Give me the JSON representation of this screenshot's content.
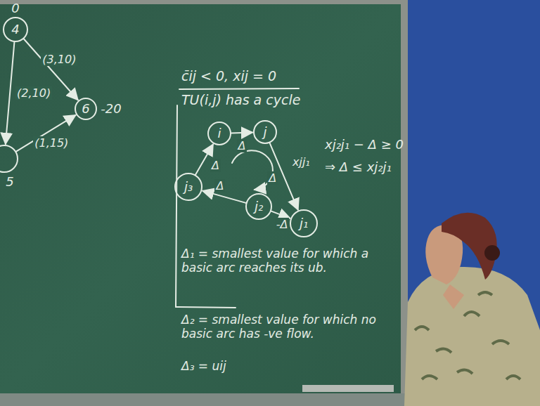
{
  "diagram": {
    "nodes": [
      {
        "text": [
          "4",
          "0"
        ]
      },
      {
        "text": [
          "5"
        ]
      },
      {
        "text": [
          "6",
          "-20"
        ]
      },
      {
        "text": [
          "i"
        ]
      },
      {
        "text": [
          "j"
        ]
      },
      {
        "text": [
          "j₁"
        ]
      },
      {
        "text": [
          "j₂"
        ]
      },
      {
        "text": [
          "j₃"
        ]
      }
    ],
    "edges": [
      {
        "from": 0,
        "to": 2,
        "label": "(3,10)",
        "arrow": "to"
      },
      {
        "from": 0,
        "to": 1,
        "label": "(2,10)",
        "arrow": "to"
      },
      {
        "from": 1,
        "to": 2,
        "label": "(1,15)",
        "arrow": "to"
      },
      {
        "from": 3,
        "to": 4,
        "label": "Δ",
        "arrow": "to"
      },
      {
        "from": 4,
        "to": 5,
        "label": "Δ",
        "arrow": "to"
      },
      {
        "from": 6,
        "to": 5,
        "label": "-Δ",
        "arrow": "to"
      },
      {
        "from": 6,
        "to": 7,
        "label": "Δ",
        "arrow": "to"
      },
      {
        "from": 7,
        "to": 3,
        "label": "Δ",
        "arrow": "to"
      }
    ],
    "labels": [
      "c̄ij < 0, xij = 0",
      "TU(i,j) has a cycle",
      "xjj₁",
      "xj₂j₁ − Δ ≥ 0",
      "⇒ Δ ≤ xj₂j₁",
      "Δ₁ = smallest value for which a basic arc reaches its ub.",
      "Δ₂ = smallest value for which no basic arc has -ve flow.",
      "Δ₃ = uij"
    ]
  }
}
